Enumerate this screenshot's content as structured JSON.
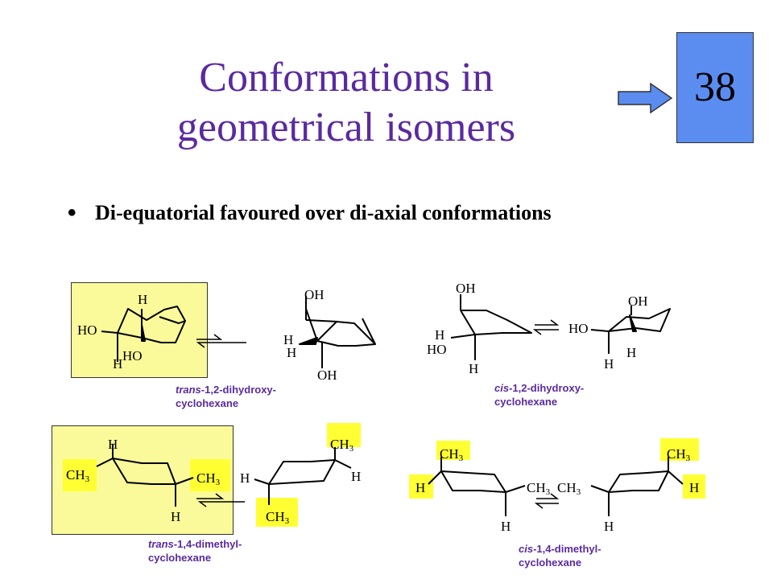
{
  "title": "Conformations in\ngeometrical isomers",
  "slide_number": "38",
  "bullet": "Di-equatorial favoured over di-axial conformations",
  "captions": {
    "trans12_prefix": "trans",
    "trans12_rest": "-1,2-dihydroxy-\ncyclohexane",
    "cis12_prefix": "cis",
    "cis12_rest": "-1,2-dihydroxy-\ncyclohexane",
    "trans14_prefix": "trans",
    "trans14_rest": "-1,4-dimethyl-\ncyclohexane",
    "cis14_prefix": "cis",
    "cis14_rest": "-1,4-dimethyl-\ncyclohexane"
  },
  "atoms": {
    "H": "H",
    "HO": "HO",
    "OH": "OH",
    "CH": "CH",
    "three": "3"
  },
  "colors": {
    "title": "#5a2aa0",
    "badge": "#5b8cf0",
    "highlight_box": "#fafa9a",
    "highlight_label": "#ffff33",
    "arrow": "#5b8cf0"
  }
}
